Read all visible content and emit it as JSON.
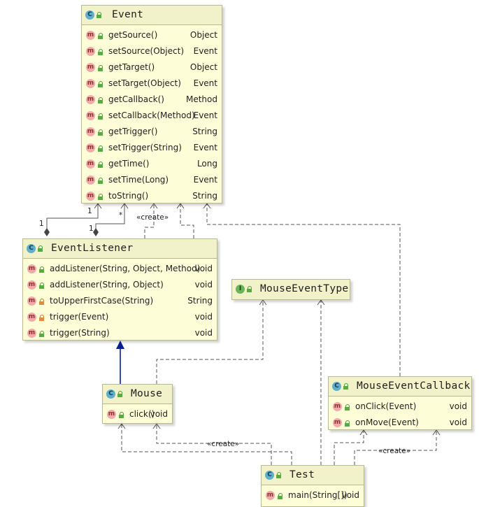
{
  "colors": {
    "class_fill": "#fdfdd8",
    "header_fill": "#f2f2ca",
    "edge": "#555555",
    "inheritance": "#0a1f8f"
  },
  "classes": {
    "event": {
      "kind": "C",
      "name": "Event",
      "members": [
        {
          "sig": "getSource()",
          "ret": "Object",
          "access": "public"
        },
        {
          "sig": "setSource(Object)",
          "ret": "Event",
          "access": "public"
        },
        {
          "sig": "getTarget()",
          "ret": "Object",
          "access": "public"
        },
        {
          "sig": "setTarget(Object)",
          "ret": "Event",
          "access": "public"
        },
        {
          "sig": "getCallback()",
          "ret": "Method",
          "access": "public"
        },
        {
          "sig": "setCallback(Method)",
          "ret": "Event",
          "access": "public"
        },
        {
          "sig": "getTrigger()",
          "ret": "String",
          "access": "public"
        },
        {
          "sig": "setTrigger(String)",
          "ret": "Event",
          "access": "public"
        },
        {
          "sig": "getTime()",
          "ret": "Long",
          "access": "public"
        },
        {
          "sig": "setTime(Long)",
          "ret": "Event",
          "access": "public"
        },
        {
          "sig": "toString()",
          "ret": "String",
          "access": "public"
        }
      ]
    },
    "event_listener": {
      "kind": "C",
      "name": "EventListener",
      "members": [
        {
          "sig": "addListener(String, Object, Method)",
          "ret": "void",
          "access": "public"
        },
        {
          "sig": "addListener(String, Object)",
          "ret": "void",
          "access": "public"
        },
        {
          "sig": "toUpperFirstCase(String)",
          "ret": "String",
          "access": "private"
        },
        {
          "sig": "trigger(Event)",
          "ret": "void",
          "access": "private"
        },
        {
          "sig": "trigger(String)",
          "ret": "void",
          "access": "package"
        }
      ]
    },
    "mouse_event_type": {
      "kind": "I",
      "name": "MouseEventType",
      "members": []
    },
    "mouse": {
      "kind": "C",
      "name": "Mouse",
      "members": [
        {
          "sig": "click()",
          "ret": "void",
          "access": "public"
        }
      ]
    },
    "mouse_event_callback": {
      "kind": "C",
      "name": "MouseEventCallback",
      "members": [
        {
          "sig": "onClick(Event)",
          "ret": "void",
          "access": "public"
        },
        {
          "sig": "onMove(Event)",
          "ret": "void",
          "access": "public"
        }
      ]
    },
    "test": {
      "kind": "C",
      "name": "Test",
      "members": [
        {
          "sig": "main(String[])",
          "ret": "void",
          "access": "public"
        }
      ]
    }
  },
  "edge_labels": {
    "multiplicity_one_a": "1",
    "multiplicity_one_b": "1",
    "multiplicity_one_c": "1",
    "multiplicity_many": "*",
    "create_listener_event": "«create»",
    "create_test_mouse": "«create»",
    "create_test_callback": "«create»"
  }
}
